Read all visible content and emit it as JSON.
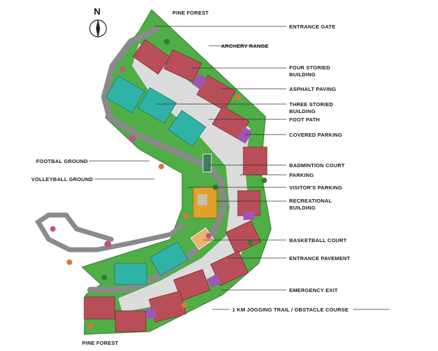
{
  "compass": {
    "north_letter": "N"
  },
  "labels": {
    "pine_forest_top": "PINE FOREST",
    "entrance_gate": "ENTRANCE GATE",
    "archery_range": "ARCHERY RANGE",
    "four_storied_line1": "FOUR STORIED",
    "four_storied_line2": "BUILDING",
    "asphalt_paving": "ASPHALT PAVING",
    "three_storied_line1": "THREE STORIED",
    "three_storied_line2": "BUILDING",
    "foot_path": "FOOT PATH",
    "covered_parking": "COVERED PARKING",
    "football_ground": "FOOTBAL GROUND",
    "volleyball_ground": "VOLLEYBALL GROUND",
    "badminton_court": "BADMINTION COURT",
    "parking": "PARKING",
    "visitors_parking": "VISITOR'S PARKING",
    "recreational_line1": "RECREATIONAL",
    "recreational_line2": "BUILDING",
    "basketball_court": "BASKETBALL COURT",
    "entrance_pavement": "ENTRANCE PAVEMENT",
    "emergency_exit": "EMERGENCY EXIT",
    "jogging_trail": "1 KM JOGGING TRAIL / OBSTACLE COURSE",
    "pine_forest_bottom": "PINE FOREST"
  },
  "colors": {
    "grass": "#4fae46",
    "road": "#8a8a8a",
    "paving": "#dcdcdc",
    "four_storied_roof": "#b84f58",
    "three_storied_roof": "#2fb3a6",
    "covered_parking": "#a056b5",
    "recreational": "#e1a12b",
    "basketball_court": "#e9b56a",
    "badminton_court": "#3c7f5d"
  },
  "icons": [
    "north-arrow-icon"
  ]
}
